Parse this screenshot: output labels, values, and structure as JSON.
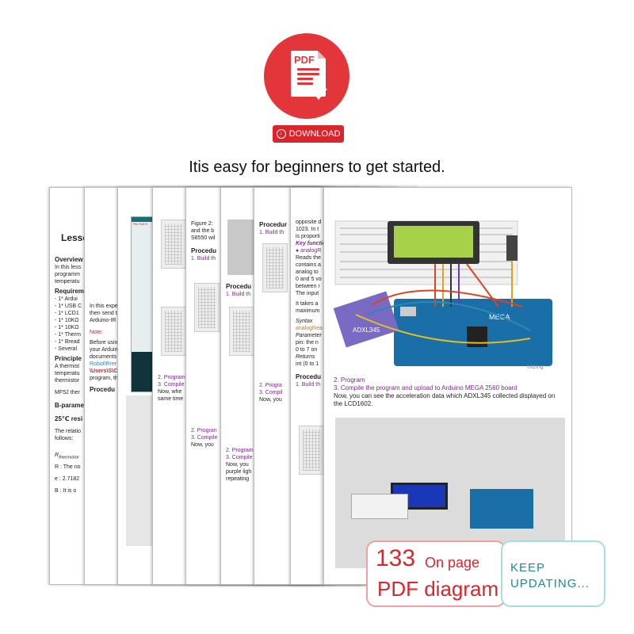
{
  "download_icon": {
    "label": "PDF",
    "icon": "pdf-download-icon"
  },
  "download_button": {
    "label": "DOWNLOAD",
    "icon": "download-arrow-icon"
  },
  "headline": "Itis easy for beginners to get started.",
  "pages": {
    "p1": {
      "title": "Lesso",
      "overview": "Overview",
      "l1": "In this less",
      "l2": "programm",
      "l3": "temperatu",
      "req": "Requirem",
      "i1": "- 1* Ardui",
      "i2": "- 1* USB C",
      "i3": "- 1* LCD1",
      "i4": "- 1* 10KΩ",
      "i5": "- 1* 10KΩ",
      "i6": "- 1* Therm",
      "i7": "- 1* Bread",
      "i8": "- Several",
      "principle": "Principle",
      "t1": "A thermist",
      "t2": "temperatu",
      "t3": "thermistor",
      "t4": "MF52 ther",
      "bparam": "B-paramet",
      "res25": "25℃ resi",
      "rel1": "The relatio",
      "rel2": "follows:",
      "rth": "R",
      "rth_sub": "thermistor",
      "r": "R : The no",
      "e": "e : 2.7182",
      "b": "B : It is o"
    },
    "p2": {
      "l1": "In this expe",
      "l2": "then send t",
      "l3": "Arduino-IR",
      "note": "Note:",
      "n1": "Before usin",
      "n2": "your Arduin",
      "n3": "documents",
      "n4": "Robot\\Rrer",
      "n5": "\\Users\\S\\C",
      "n6": "program, th",
      "proc": "Procedu"
    },
    "p3": {
      "menu": "File Edit S"
    },
    "p4": {
      "s2": "2. Program",
      "s3": "3. Compile",
      "now": "Now, whe",
      "same": "same time"
    },
    "p5": {
      "fig": "Figure 2:",
      "l1": "and the b",
      "l2": "S8550 wil",
      "proc": "Procedu",
      "step": "1. Build th",
      "s2": "2. Progran",
      "s3": "3. Compile",
      "now": "Now, you"
    },
    "p6": {
      "proc": "Procedu",
      "step": "1. Build th",
      "s2": "2. Program",
      "s3": "3. Compile",
      "now": "Now, you",
      "l1": "purple ligh",
      "l2": "repeating"
    },
    "p7": {
      "proc": "Procedur",
      "step": "1. Build th",
      "s2": "2. Progra",
      "s3": "3. Compil",
      "now": "Now, you"
    },
    "p8": {
      "l1": "opposite d",
      "l2": "1023. In t",
      "l3": "is proporti",
      "keyfn": "Key functio",
      "fn": "● analogR",
      "r1": "Reads the",
      "r2": "contains a",
      "r3": "analog to",
      "r4": "0 and 5 vo",
      "r5": "between r",
      "r6": "The input",
      "r7": "It takes a",
      "r8": "maximum",
      "syntax": "Syntax",
      "call": "analogRea",
      "params": "Parameter",
      "pin": "pin: the n",
      "range": "0 to 7 on",
      "returns": "Returns",
      "ret": "int (0 to 1",
      "proc": "Procedu",
      "step": "1. Build th"
    },
    "front": {
      "fritzing": "fritzing",
      "board": "MEGA",
      "sensor": "ADXL345",
      "s2": "2. Program",
      "s3": "3. Compile the program and upload to Arduino MEGA 2560 board",
      "now1": "Now, you can see the acceleration data which ADXL345 collected displayed on",
      "now2": "the LCD1602."
    }
  },
  "badge_pages": {
    "number": "133",
    "suffix": "On page",
    "line2": "PDF diagram"
  },
  "badge_update": {
    "line1": "KEEP",
    "line2": "UPDATING..."
  },
  "colors": {
    "accent_red": "#d9252b",
    "teal": "#1f8a92",
    "purple": "#7a2a8c"
  }
}
